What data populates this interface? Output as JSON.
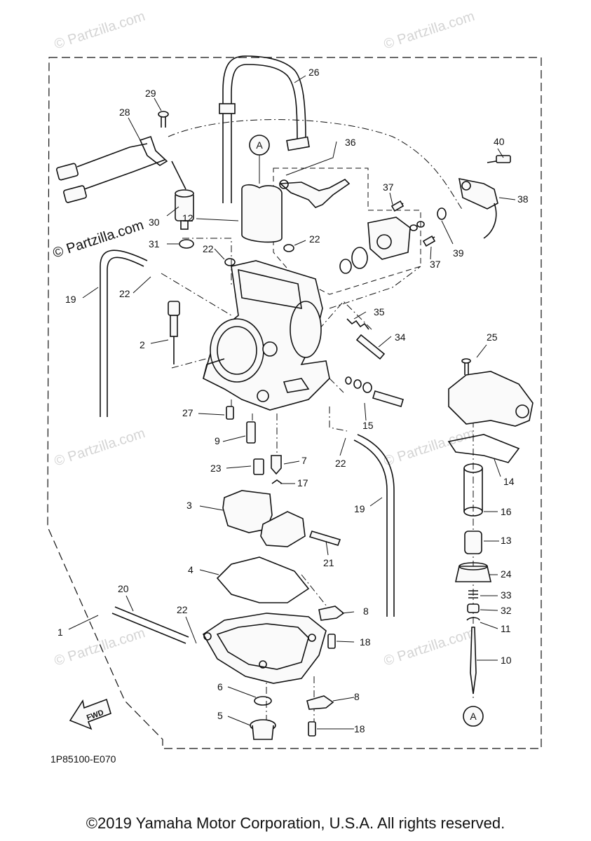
{
  "watermark": "© Partzilla.com",
  "watermark_side": "© Partzilla.com",
  "callouts": {
    "c1": "1",
    "c2": "2",
    "c3": "3",
    "c4": "4",
    "c5": "5",
    "c6": "6",
    "c7": "7",
    "c8a": "8",
    "c8b": "8",
    "c9": "9",
    "c10": "10",
    "c11": "11",
    "c12": "12",
    "c13": "13",
    "c14": "14",
    "c15": "15",
    "c16": "16",
    "c17": "17",
    "c18a": "18",
    "c18b": "18",
    "c19a": "19",
    "c19b": "19",
    "c20": "20",
    "c21": "21",
    "c22a": "22",
    "c22b": "22",
    "c22c": "22",
    "c22d": "22",
    "c22e": "22",
    "c23": "23",
    "c24": "24",
    "c25": "25",
    "c26": "26",
    "c27": "27",
    "c28": "28",
    "c29": "29",
    "c30": "30",
    "c31": "31",
    "c32": "32",
    "c33": "33",
    "c34": "34",
    "c35": "35",
    "c36": "36",
    "c37a": "37",
    "c37b": "37",
    "c38": "38",
    "c39": "39",
    "c40": "40"
  },
  "reference_marker": "A",
  "fwd_label": "FWD",
  "diagram_code": "1P85100-E070",
  "copyright": "©2019 Yamaha Motor Corporation, U.S.A. All rights reserved."
}
